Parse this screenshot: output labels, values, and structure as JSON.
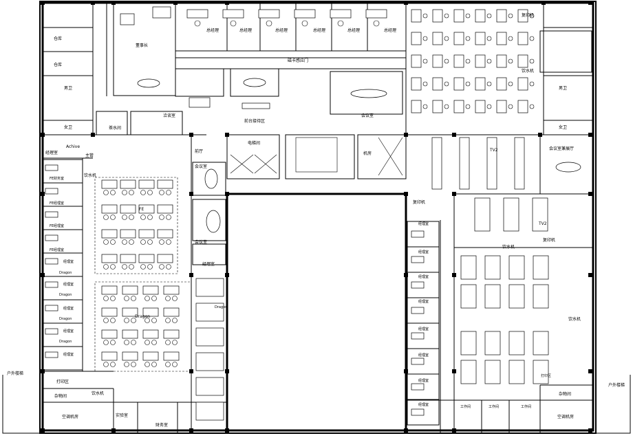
{
  "labels": {
    "warehouse_1": "仓库",
    "warehouse_2": "仓库",
    "toilet_m_left": "男卫",
    "toilet_f_left": "女卫",
    "toilet_m_right": "男卫",
    "toilet_f_right": "女卫",
    "chairman": "董事长",
    "gm_1": "总经理",
    "gm_2": "总经理",
    "gm_3": "总经理",
    "gm_4": "总经理",
    "gm_5": "总经理",
    "gm_6": "总经理",
    "card_door": "磁卡感应门",
    "meeting_main": "会议室",
    "negotiation": "洽谈室",
    "tea_room": "茶水间",
    "reception": "前台接待区",
    "elevator_hall": "电梯间",
    "machine_room": "机房",
    "copier_top": "复印机",
    "water_top": "饮水机",
    "meeting_reception": "会议室兼展厅",
    "tv2_top": "TV2",
    "tv2_mid": "TV2",
    "manager_left_a": "经理室",
    "achive": "Achive",
    "supervisor": "主管",
    "fe_finance": "FE财务室",
    "fe_mgr_1": "FE经理室",
    "fe_mgr_2": "FE经理室",
    "fe_mgr_3": "FE经理室",
    "water_left": "饮水机",
    "fe_area": "FE",
    "dragon_area": "Dragon",
    "dragon_mgr_1": "经理室",
    "dragon_mgr_2": "经理室",
    "dragon_mgr_3": "经理室",
    "dragon_mgr_4": "经理室",
    "dragon_mgr_5": "经理室",
    "dragon_1": "Dragon",
    "dragon_2": "Dragon",
    "dragon_3": "Dragon",
    "dragon_4": "Dragon",
    "hall": "前厅",
    "meeting_left_1": "会议室",
    "meeting_left_2": "会议室",
    "mgr_mid": "经理室",
    "dragon_mid": "Dragon",
    "copier_mid": "复印机",
    "mgr_r1": "经理室",
    "mgr_r2": "经理室",
    "mgr_r3": "经理室",
    "mgr_r4": "经理室",
    "mgr_r5": "经理室",
    "mgr_r6": "经理室",
    "mgr_r7": "经理室",
    "mgr_r8": "经理室",
    "water_mid_right": "饮水机",
    "copier_right": "复印机",
    "water_right_lower": "饮水机",
    "print_area": "打印区",
    "outdoor_stairs_left": "户外楼梯",
    "outdoor_stairs_right": "户外楼梯",
    "storage_left": "杂物间",
    "storage_right": "杂物间",
    "water_bottom": "饮水机",
    "ac_room_left": "空调机房",
    "ac_room_right": "空调机房",
    "lab": "实验室",
    "finance": "财务室",
    "workroom_1": "工作间",
    "workroom_2": "工作间",
    "workroom_3": "工作间",
    "print_area_right": "打印区"
  }
}
